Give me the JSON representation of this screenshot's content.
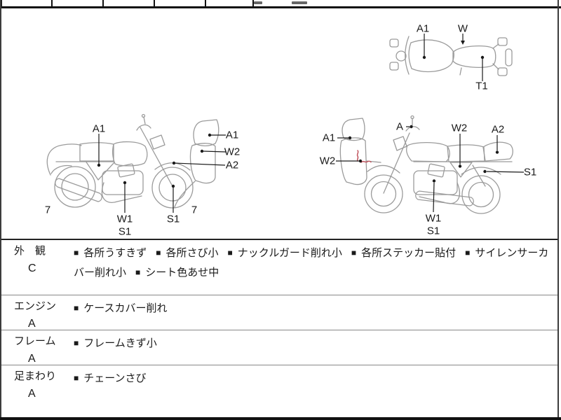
{
  "diagrams": {
    "top_view": {
      "labels": [
        "A1",
        "W",
        "T1"
      ]
    },
    "left_side": {
      "labels": [
        "A1",
        "A1",
        "W2",
        "A2",
        "W1",
        "S1",
        "S1",
        "7",
        "7"
      ]
    },
    "right_side": {
      "labels": [
        "A1",
        "W2",
        "A",
        "W2",
        "A2",
        "S1",
        "W1",
        "S1"
      ]
    }
  },
  "condition_table": {
    "bullet": "■",
    "rows": [
      {
        "category": "外　観",
        "grade": "C",
        "items": [
          "各所うすきず",
          "各所さび小",
          "ナックルガード削れ小",
          "各所ステッカー貼付",
          "サイレンサーカバー削れ小",
          "シート色あせ中"
        ]
      },
      {
        "category": "エンジン",
        "grade": "A",
        "items": [
          "ケースカバー削れ"
        ]
      },
      {
        "category": "フレーム",
        "grade": "A",
        "items": [
          "フレームきず小"
        ]
      },
      {
        "category": "足まわり",
        "grade": "A",
        "items": [
          "チェーンさび"
        ]
      }
    ]
  },
  "colors": {
    "ink": "#1a1a1a",
    "line_art": "#9b9b9b",
    "damage_mark": "#c0545e",
    "border": "#111111"
  }
}
